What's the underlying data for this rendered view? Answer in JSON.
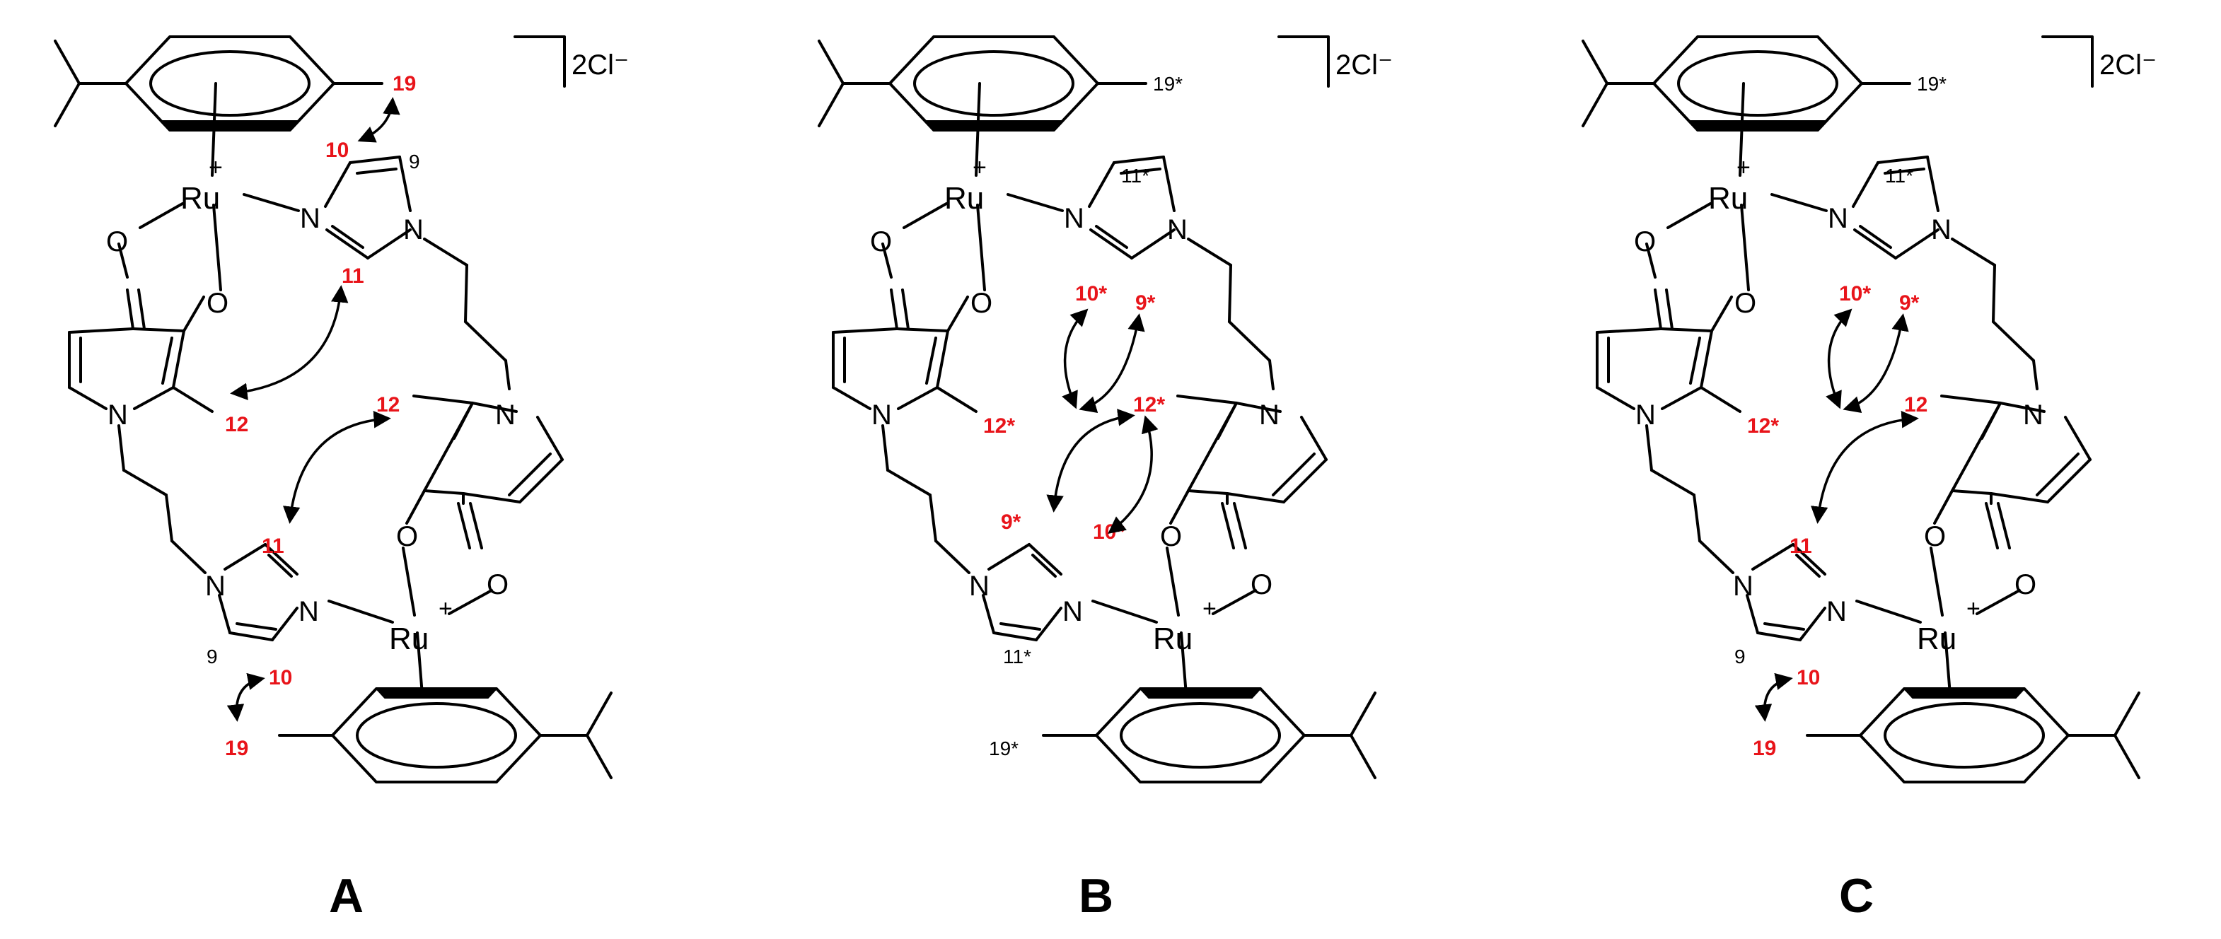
{
  "counter_ion": "2Cl⁻",
  "structures": [
    {
      "id": "A",
      "title": "A",
      "top_ru": "Ru",
      "top_plus": "+",
      "top_N1": "N",
      "top_N2": "N",
      "top_O1": "O",
      "top_O2": "O",
      "top_Npy": "N",
      "bot_ru": "Ru",
      "bot_plus": "+",
      "bot_N1": "N",
      "bot_N2": "N",
      "bot_O1": "O",
      "bot_O2": "O",
      "bot_Npy": "N",
      "h19_top": "19",
      "h10_top": "10",
      "h9_top": "9",
      "h11_top": "11",
      "h12_top": "12",
      "h12_bot": "12",
      "h11_bot": "11",
      "h9_bot": "9",
      "h10_bot": "10",
      "h19_bot": "19"
    },
    {
      "id": "B",
      "title": "B",
      "top_ru": "Ru",
      "top_plus": "+",
      "top_N1": "N",
      "top_N2": "N",
      "top_O1": "O",
      "top_O2": "O",
      "top_Npy": "N",
      "bot_ru": "Ru",
      "bot_plus": "+",
      "bot_N1": "N",
      "bot_N2": "N",
      "bot_O1": "O",
      "bot_O2": "O",
      "bot_Npy": "N",
      "h19_top": "19*",
      "h11_top": "11*",
      "h10_top": "10*",
      "h9_top": "9*",
      "h12_top": "12*",
      "h12_bot": "12*",
      "h9_bot": "9*",
      "h10_bot": "10*",
      "h11_bot": "11*",
      "h19_bot": "19*"
    },
    {
      "id": "C",
      "title": "C",
      "top_ru": "Ru",
      "top_plus": "+",
      "top_N1": "N",
      "top_N2": "N",
      "top_O1": "O",
      "top_O2": "O",
      "top_Npy": "N",
      "bot_ru": "Ru",
      "bot_plus": "+",
      "bot_N1": "N",
      "bot_N2": "N",
      "bot_O1": "O",
      "bot_O2": "O",
      "bot_Npy": "N",
      "h19_top": "19*",
      "h11_top": "11*",
      "h10_top": "10*",
      "h9_top": "9*",
      "h12_top": "12*",
      "h12_bot": "12",
      "h11_bot": "11",
      "h9_bot": "9",
      "h10_bot": "10",
      "h19_bot": "19"
    }
  ],
  "colors": {
    "bond": "#000000",
    "highlight": "#e8141a"
  }
}
